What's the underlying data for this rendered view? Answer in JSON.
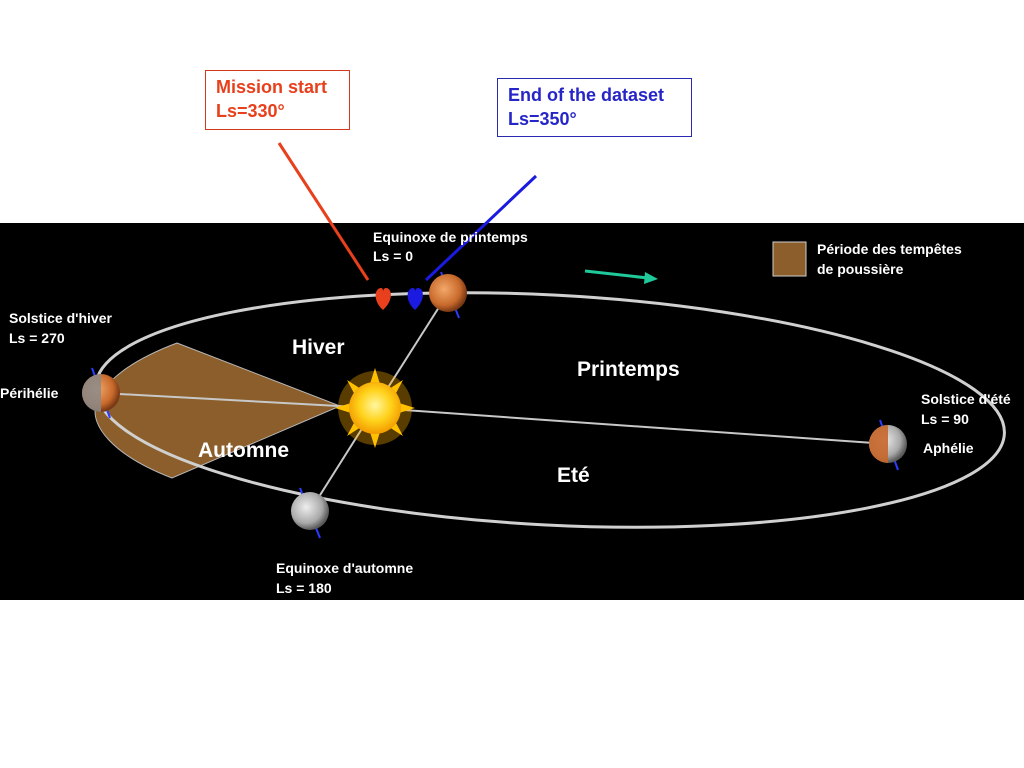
{
  "callouts": {
    "mission_start": {
      "line1": "Mission start",
      "line2": "Ls=330°",
      "color": "#e8401c"
    },
    "end_dataset": {
      "line1": "End of the dataset",
      "line2": "Ls=350°",
      "color": "#2626c8"
    }
  },
  "orbit": {
    "equinoxe_printemps": {
      "line1": "Equinoxe de printemps",
      "line2": "Ls = 0"
    },
    "solstice_hiver": {
      "line1": "Solstice d'hiver",
      "line2": "Ls = 270"
    },
    "perihelie": "Périhélie",
    "solstice_ete": {
      "line1": "Solstice d'été",
      "line2": "Ls = 90"
    },
    "aphelie": "Aphélie",
    "equinoxe_automne": {
      "line1": "Equinoxe d'automne",
      "line2": "Ls = 180"
    }
  },
  "seasons": {
    "hiver": "Hiver",
    "printemps": "Printemps",
    "automne": "Automne",
    "ete": "Eté"
  },
  "legend": {
    "line1": "Période des tempêtes",
    "line2": "de poussière",
    "swatch_color": "#8b5e2b"
  },
  "colors": {
    "background": "#000000",
    "orbit": "#d0d0d0",
    "red_marker": "#e8401c",
    "blue_marker": "#1a1ae0",
    "teal_arrow": "#1fc99a"
  }
}
